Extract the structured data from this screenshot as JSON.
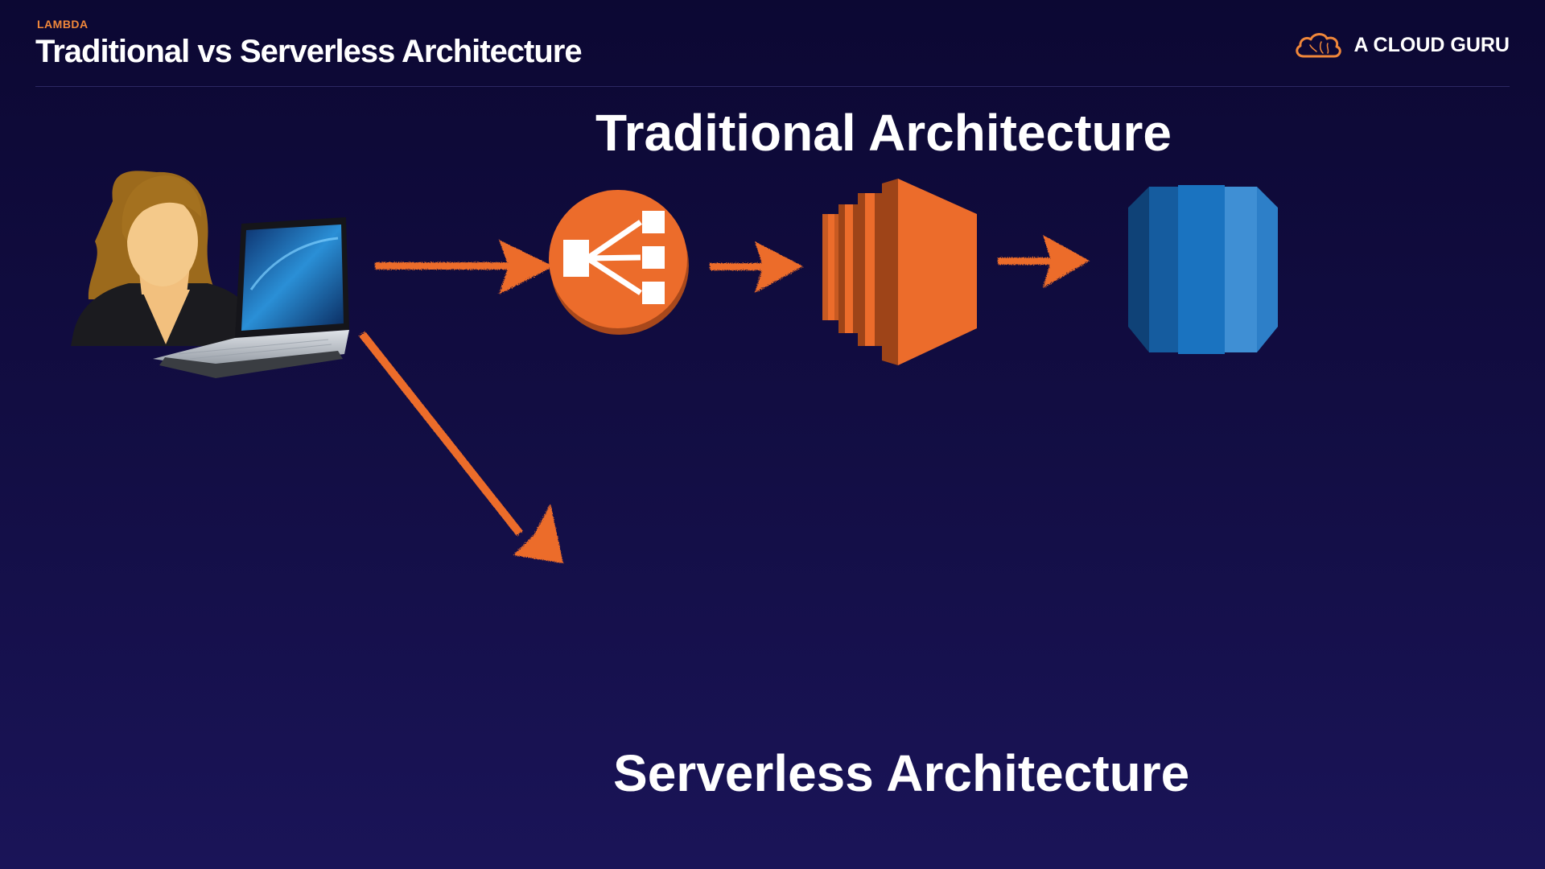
{
  "header": {
    "eyebrow": "LAMBDA",
    "title": "Traditional vs Serverless Architecture"
  },
  "brand": {
    "name": "A CLOUD GURU",
    "icon": "cloud-logo-icon",
    "color": "#f0873a"
  },
  "sections": {
    "traditional": "Traditional Architecture",
    "serverless": "Serverless Architecture"
  },
  "icons": {
    "user": "user-with-laptop-icon",
    "load_balancer": "load-balancer-icon",
    "ec2": "ec2-instance-icon",
    "database": "rds-database-icon"
  },
  "colors": {
    "accent_orange": "#ec6c2b",
    "db_blue": "#1a6fb8",
    "background": "#0f0b3c"
  }
}
